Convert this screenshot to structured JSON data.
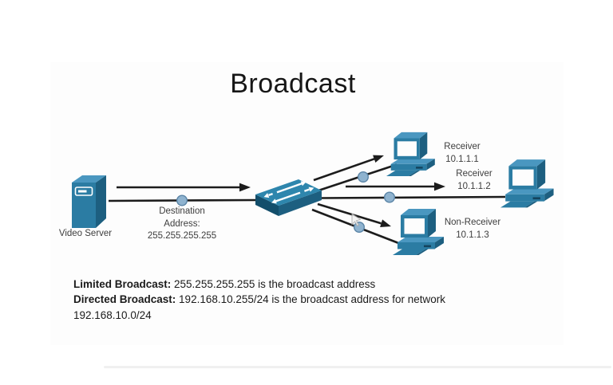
{
  "title": "Broadcast",
  "server": {
    "label": "Video Server"
  },
  "destination": {
    "lines": [
      "Destination",
      "Address:",
      "255.255.255.255"
    ]
  },
  "nodes": [
    {
      "name": "Receiver",
      "ip": "10.1.1.1"
    },
    {
      "name": "Receiver",
      "ip": "10.1.1.2"
    },
    {
      "name": "Non-Receiver",
      "ip": "10.1.1.3"
    }
  ],
  "notes": [
    {
      "bold": "Limited Broadcast:",
      "text": " 255.255.255.255 is the broadcast address"
    },
    {
      "bold": "Directed Broadcast:",
      "text": " 192.168.10.255/24 is the broadcast address for network"
    },
    {
      "bold": "",
      "text": "192.168.10.0/24"
    }
  ],
  "icons": [
    "video-server-icon",
    "switch-icon",
    "pc-icon",
    "packet-dot",
    "cursor-icon"
  ],
  "colors": {
    "device_teal": "#2b7ca3",
    "device_shadow": "#1d5f80",
    "device_highlight": "#4a97c0",
    "device_dark_front": "#134e6b",
    "packet_dot_fill": "#8fb3cf",
    "packet_dot_stroke": "#5a84a6",
    "line": "#1c1c1c",
    "text": "#3d3d3d"
  }
}
